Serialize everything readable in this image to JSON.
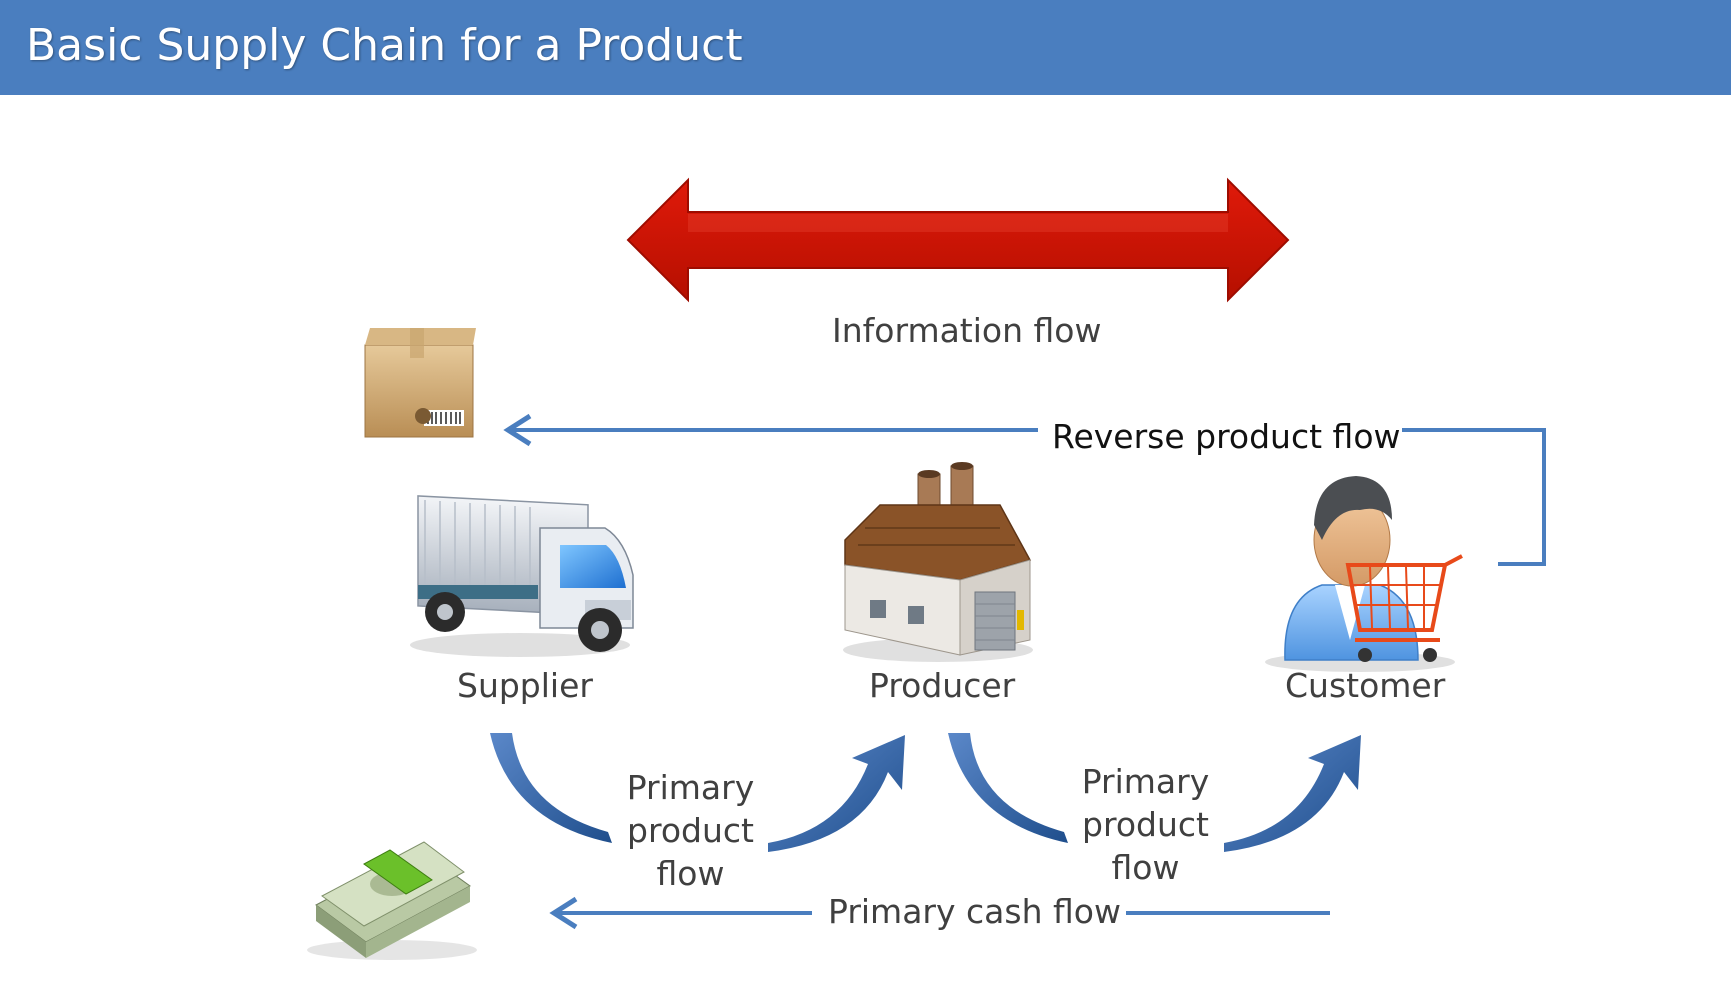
{
  "header": {
    "title": "Basic Supply Chain for a Product"
  },
  "diagram": {
    "information_flow_label": "Information flow",
    "reverse_flow_label": "Reverse product flow",
    "cash_flow_label": "Primary cash flow",
    "primary_flow_left": {
      "line1": "Primary",
      "line2": "product",
      "line3": "flow"
    },
    "primary_flow_right": {
      "line1": "Primary",
      "line2": "product",
      "line3": "flow"
    },
    "nodes": {
      "supplier": "Supplier",
      "producer": "Producer",
      "customer": "Customer"
    },
    "colors": {
      "title_bar": "#4a7ebf",
      "information_arrow": "#cc1100",
      "flow_lines": "#4a7ebf",
      "curved_arrows": "#2f5f9e"
    },
    "icons": [
      "package-box-icon",
      "delivery-truck-icon",
      "factory-icon",
      "shopper-cart-icon",
      "money-stack-icon"
    ]
  }
}
